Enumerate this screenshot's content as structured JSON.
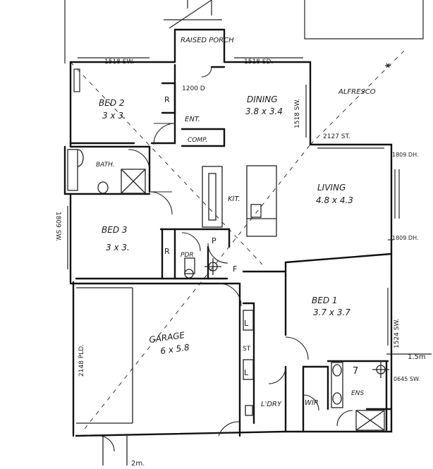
{
  "rooms": {
    "raised_porch": "RAISED PORCH",
    "bed2": {
      "name": "BED 2",
      "size": "3 x 3."
    },
    "dining": {
      "name": "DINING",
      "size": "3.8 x 3.4"
    },
    "alfresco": "ALFRESCO",
    "ent": "ENT.",
    "comp": "COMP.",
    "bath": "BATH.",
    "living": {
      "name": "LIVING",
      "size": "4.8 x 4.3"
    },
    "kit": "KIT.",
    "bed3": {
      "name": "BED 3",
      "size": "3 x 3."
    },
    "pdr": "PDR",
    "bed1": {
      "name": "BED 1",
      "size": "3.7 x 3.7"
    },
    "garage": {
      "name": "GARAGE",
      "size": "6 x 5.8"
    },
    "ldry": "L'DRY",
    "wir": "WIR",
    "ens": "ENS"
  },
  "dimensions": {
    "bed2_window": "1518 SW.",
    "dining_window": "1518 SD.",
    "dining_side_window": "1518 SW.",
    "stack_door": "2127 ST.",
    "living_dh_top": "1809 DH.",
    "living_dh_bottom": "1809 DH.",
    "bed3_window": "1809 SW.",
    "bed1_window": "1524 SW.",
    "ens_window": "0645 SW.",
    "garage_door": "2148 PLD.",
    "setback_right": "1.5m",
    "setback_bottom": "2m.",
    "porch_door": "1200 D"
  },
  "marks": {
    "robe_bed2": "R",
    "robe_bed3": "R",
    "pantry": "P",
    "fridge": "F",
    "linen": "L",
    "ldry_linen": "L",
    "storage": "ST",
    "wir_label_7": "7"
  }
}
